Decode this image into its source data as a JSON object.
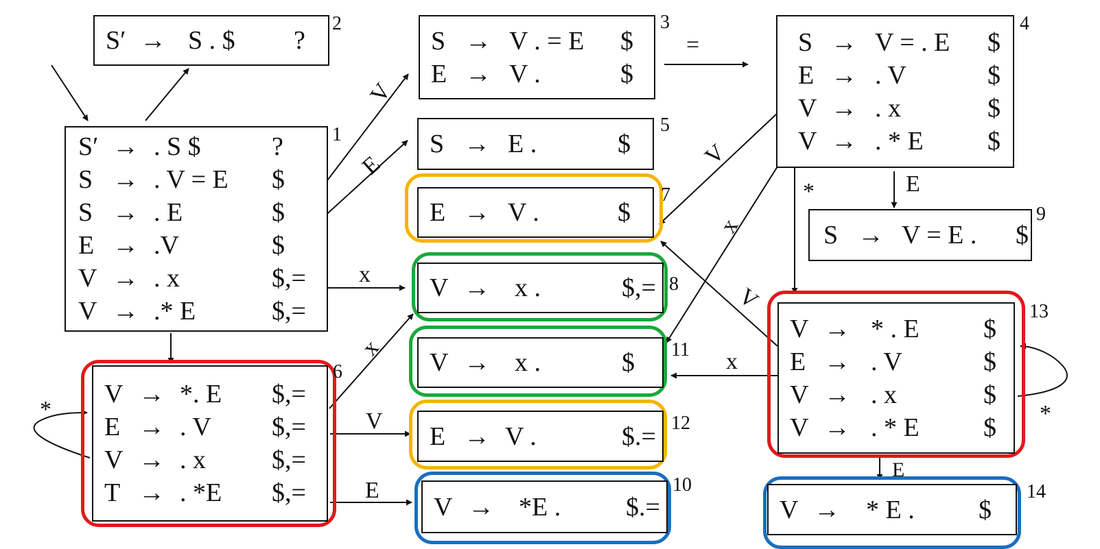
{
  "colors": {
    "red": "#e3191b",
    "orange": "#f5b400",
    "green": "#1aa83a",
    "blue": "#1a6fbd",
    "line": "#111111"
  },
  "states": [
    {
      "id": "1",
      "rules": [
        {
          "lhs": "S′",
          "arrow": "→",
          "rhs": ". S $",
          "la": "?"
        },
        {
          "lhs": "S",
          "arrow": "→",
          "rhs": ". V = E",
          "la": "$"
        },
        {
          "lhs": "S",
          "arrow": "→",
          "rhs": ". E",
          "la": "$"
        },
        {
          "lhs": "E",
          "arrow": "→",
          "rhs": ".V",
          "la": "$"
        },
        {
          "lhs": "V",
          "arrow": "→",
          "rhs": ". x",
          "la": "$,="
        },
        {
          "lhs": "V",
          "arrow": "→",
          "rhs": ".* E",
          "la": "$,="
        }
      ]
    },
    {
      "id": "2",
      "rules": [
        {
          "lhs": "S′",
          "arrow": "→",
          "rhs": "S . $",
          "la": "?"
        }
      ]
    },
    {
      "id": "3",
      "rules": [
        {
          "lhs": "S",
          "arrow": "→",
          "rhs": "V . = E",
          "la": "$"
        },
        {
          "lhs": "E",
          "arrow": "→",
          "rhs": "V .",
          "la": "$"
        }
      ]
    },
    {
      "id": "4",
      "rules": [
        {
          "lhs": "S",
          "arrow": "→",
          "rhs": "V = . E",
          "la": "$"
        },
        {
          "lhs": "E",
          "arrow": "→",
          "rhs": ". V",
          "la": "$"
        },
        {
          "lhs": "V",
          "arrow": "→",
          "rhs": ". x",
          "la": "$"
        },
        {
          "lhs": "V",
          "arrow": "→",
          "rhs": ". * E",
          "la": "$"
        }
      ]
    },
    {
      "id": "5",
      "rules": [
        {
          "lhs": "S",
          "arrow": "→",
          "rhs": "E .",
          "la": "$"
        }
      ]
    },
    {
      "id": "6",
      "rules": [
        {
          "lhs": "V",
          "arrow": "→",
          "rhs": "*. E",
          "la": "$,="
        },
        {
          "lhs": "E",
          "arrow": "→",
          "rhs": ". V",
          "la": "$,="
        },
        {
          "lhs": "V",
          "arrow": "→",
          "rhs": ". x",
          "la": "$,="
        },
        {
          "lhs": "T",
          "arrow": "→",
          "rhs": ". *E",
          "la": "$,="
        }
      ]
    },
    {
      "id": "7",
      "rules": [
        {
          "lhs": "E",
          "arrow": "→",
          "rhs": "V .",
          "la": "$"
        }
      ]
    },
    {
      "id": "8",
      "rules": [
        {
          "lhs": "V",
          "arrow": "→",
          "rhs": "x .",
          "la": "$,="
        }
      ]
    },
    {
      "id": "9",
      "rules": [
        {
          "lhs": "S",
          "arrow": "→",
          "rhs": "V = E .",
          "la": "$"
        }
      ]
    },
    {
      "id": "10",
      "rules": [
        {
          "lhs": "V",
          "arrow": "→",
          "rhs": "*E .",
          "la": "$.="
        }
      ]
    },
    {
      "id": "11",
      "rules": [
        {
          "lhs": "V",
          "arrow": "→",
          "rhs": "x .",
          "la": "$"
        }
      ]
    },
    {
      "id": "12",
      "rules": [
        {
          "lhs": "E",
          "arrow": "→",
          "rhs": "V .",
          "la": "$.="
        }
      ]
    },
    {
      "id": "13",
      "rules": [
        {
          "lhs": "V",
          "arrow": "→",
          "rhs": "* . E",
          "la": "$"
        },
        {
          "lhs": "E",
          "arrow": "→",
          "rhs": ". V",
          "la": "$"
        },
        {
          "lhs": "V",
          "arrow": "→",
          "rhs": ". x",
          "la": "$"
        },
        {
          "lhs": "V",
          "arrow": "→",
          "rhs": ". * E",
          "la": "$"
        }
      ]
    },
    {
      "id": "14",
      "rules": [
        {
          "lhs": "V",
          "arrow": "→",
          "rhs": "* E .",
          "la": "$"
        }
      ]
    }
  ],
  "edges": [
    {
      "from": "1",
      "to": "2",
      "label": ""
    },
    {
      "from": "1",
      "to": "3",
      "label": "V"
    },
    {
      "from": "1",
      "to": "5",
      "label": "E"
    },
    {
      "from": "1",
      "to": "8",
      "label": "x"
    },
    {
      "from": "1",
      "to": "6",
      "label": ""
    },
    {
      "from": "3",
      "to": "4",
      "label": "="
    },
    {
      "from": "4",
      "to": "7",
      "label": "V"
    },
    {
      "from": "4",
      "to": "11",
      "label": "x"
    },
    {
      "from": "4",
      "to": "13",
      "label": "*"
    },
    {
      "from": "4",
      "to": "9",
      "label": "E"
    },
    {
      "from": "6",
      "to": "6",
      "label": "*"
    },
    {
      "from": "6",
      "to": "8",
      "label": "x"
    },
    {
      "from": "6",
      "to": "12",
      "label": "V"
    },
    {
      "from": "6",
      "to": "10",
      "label": "E"
    },
    {
      "from": "13",
      "to": "7",
      "label": "V"
    },
    {
      "from": "13",
      "to": "11",
      "label": "x"
    },
    {
      "from": "13",
      "to": "13",
      "label": "*"
    },
    {
      "from": "13",
      "to": "14",
      "label": "E"
    }
  ]
}
